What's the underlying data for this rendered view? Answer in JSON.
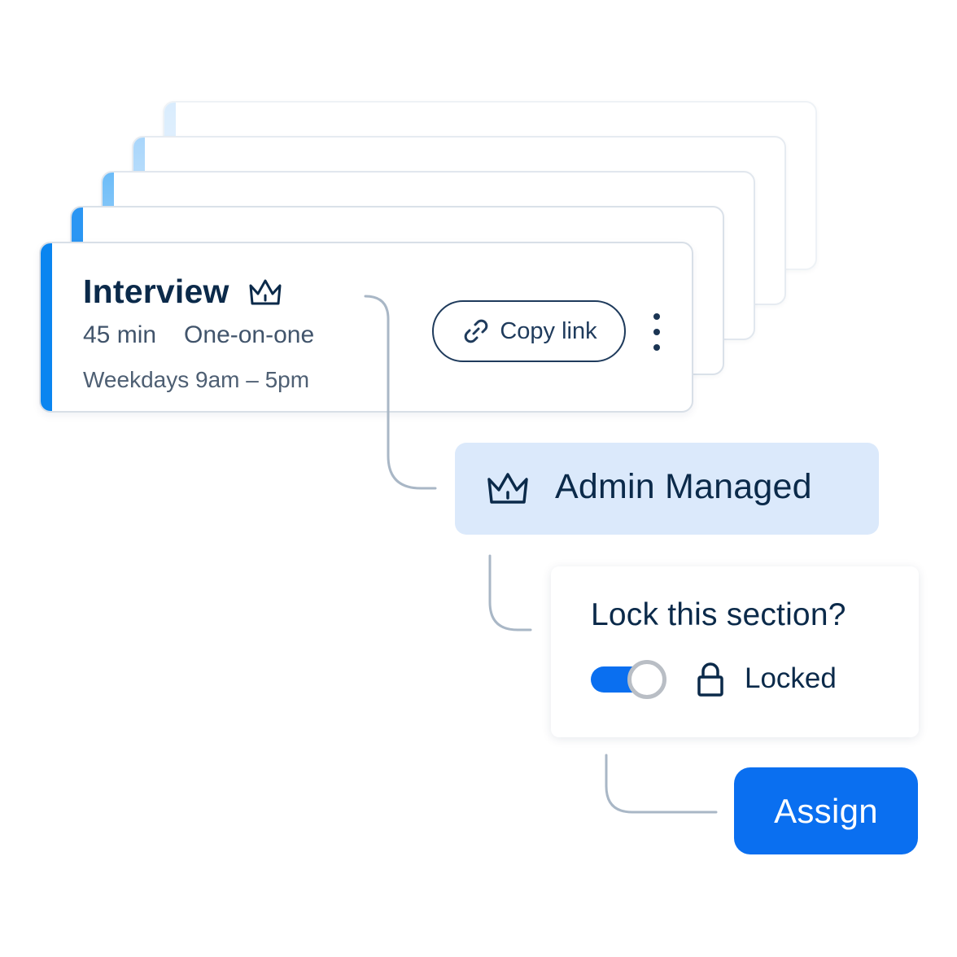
{
  "event_card": {
    "title": "Interview",
    "title_icon": "crown-icon",
    "duration": "45 min",
    "type": "One-on-one",
    "hours": "Weekdays 9am – 5pm",
    "copy_link": {
      "label": "Copy link",
      "icon": "link-icon"
    },
    "more_icon": "kebab-menu-icon"
  },
  "admin_badge": {
    "icon": "crown-icon",
    "label": "Admin Managed"
  },
  "lock_panel": {
    "question": "Lock this section?",
    "toggle_on": true,
    "status_icon": "lock-icon",
    "status_label": "Locked"
  },
  "assign_button": {
    "label": "Assign"
  },
  "colors": {
    "primary": "#0a6ff0",
    "accent_bar": "#0a85f0",
    "text_dark": "#0b2a4a",
    "badge_bg": "#dbe9fb",
    "connector": "#a9b7c6"
  }
}
